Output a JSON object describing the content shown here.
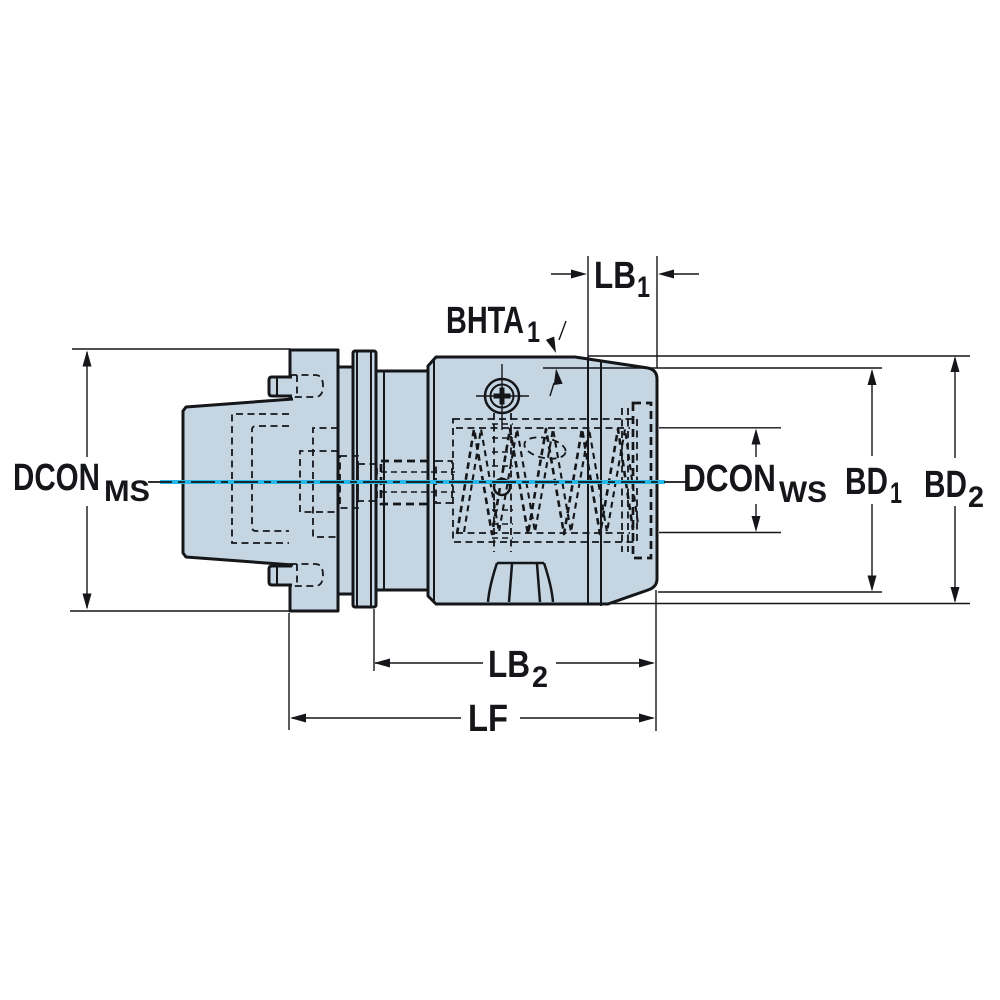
{
  "drawing": {
    "description": "Engineering dimension drawing of a modular milling adapter (machine side coupling to workpiece side coupling)",
    "labels": {
      "dcon_ms": {
        "main": "DCON",
        "sub": "MS"
      },
      "lb1": {
        "main": "LB",
        "sub": "1"
      },
      "bhta1": {
        "main": "BHTA",
        "sub": "1"
      },
      "dcon_ws": {
        "main": "DCON",
        "sub": "WS"
      },
      "bd1": {
        "main": "BD",
        "sub": "1"
      },
      "bd2": {
        "main": "BD",
        "sub": "2"
      },
      "lb2": {
        "main": "LB",
        "sub": "2"
      },
      "lf": {
        "main": "LF",
        "sub": ""
      }
    },
    "colors": {
      "line": "#141619",
      "body_fill": "#c5d6e2",
      "centerline": "#2ab8e9",
      "background": "#ffffff"
    }
  }
}
